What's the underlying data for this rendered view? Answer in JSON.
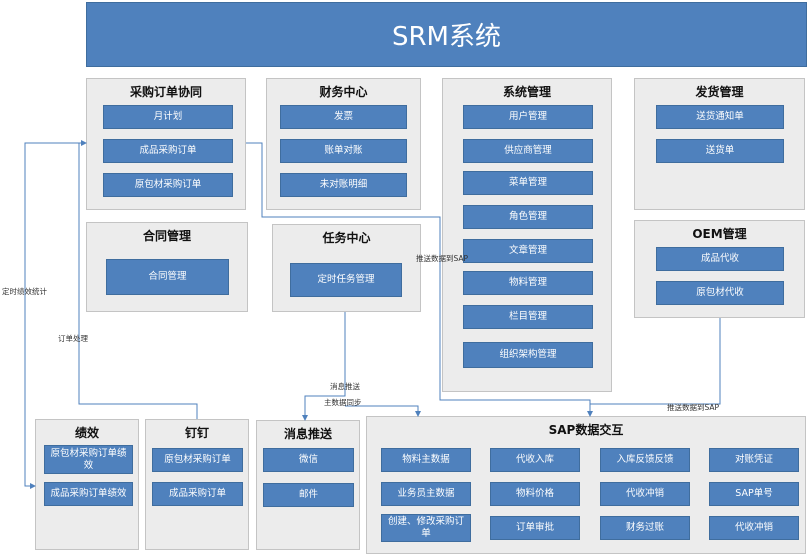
{
  "title": "SRM系统",
  "groups": {
    "purchase": {
      "title": "采购订单协同",
      "items": [
        "月计划",
        "成品采购订单",
        "原包材采购订单"
      ]
    },
    "finance": {
      "title": "财务中心",
      "items": [
        "发票",
        "账单对账",
        "未对账明细"
      ]
    },
    "system": {
      "title": "系统管理",
      "items": [
        "用户管理",
        "供应商管理",
        "菜单管理",
        "角色管理",
        "文章管理",
        "物料管理",
        "栏目管理",
        "组织架构管理"
      ]
    },
    "delivery": {
      "title": "发货管理",
      "items": [
        "送货通知单",
        "送货单"
      ]
    },
    "contract": {
      "title": "合同管理",
      "items": [
        "合同管理"
      ]
    },
    "task": {
      "title": "任务中心",
      "items": [
        "定时任务管理"
      ]
    },
    "oem": {
      "title": "OEM管理",
      "items": [
        "成品代收",
        "原包材代收"
      ]
    },
    "perf": {
      "title": "绩效",
      "items": [
        "原包材采购订单绩效",
        "成品采购订单绩效"
      ]
    },
    "dingtalk": {
      "title": "钉钉",
      "items": [
        "原包材采购订单",
        "成品采购订单"
      ]
    },
    "msg": {
      "title": "消息推送",
      "items": [
        "微信",
        "邮件"
      ]
    },
    "sap": {
      "title": "SAP数据交互",
      "items": [
        "物料主数据",
        "代收入库",
        "入库反馈反馈",
        "对账凭证",
        "业务员主数据",
        "物料价格",
        "代收冲销",
        "SAP单号",
        "创建、修改采购订单",
        "订单审批",
        "财务过账",
        "代收冲销"
      ]
    }
  },
  "labels": {
    "timer_stats": "定时绩效统计",
    "order_proc": "订单处理",
    "push_sap_1": "推送数据到SAP",
    "push_sap_2": "推送数据到SAP",
    "msg_push": "消息推送",
    "master_sync": "主数据同步"
  },
  "colors": {
    "box": "#4f81bd",
    "group_bg": "#ececec",
    "line": "#4f81bd"
  }
}
